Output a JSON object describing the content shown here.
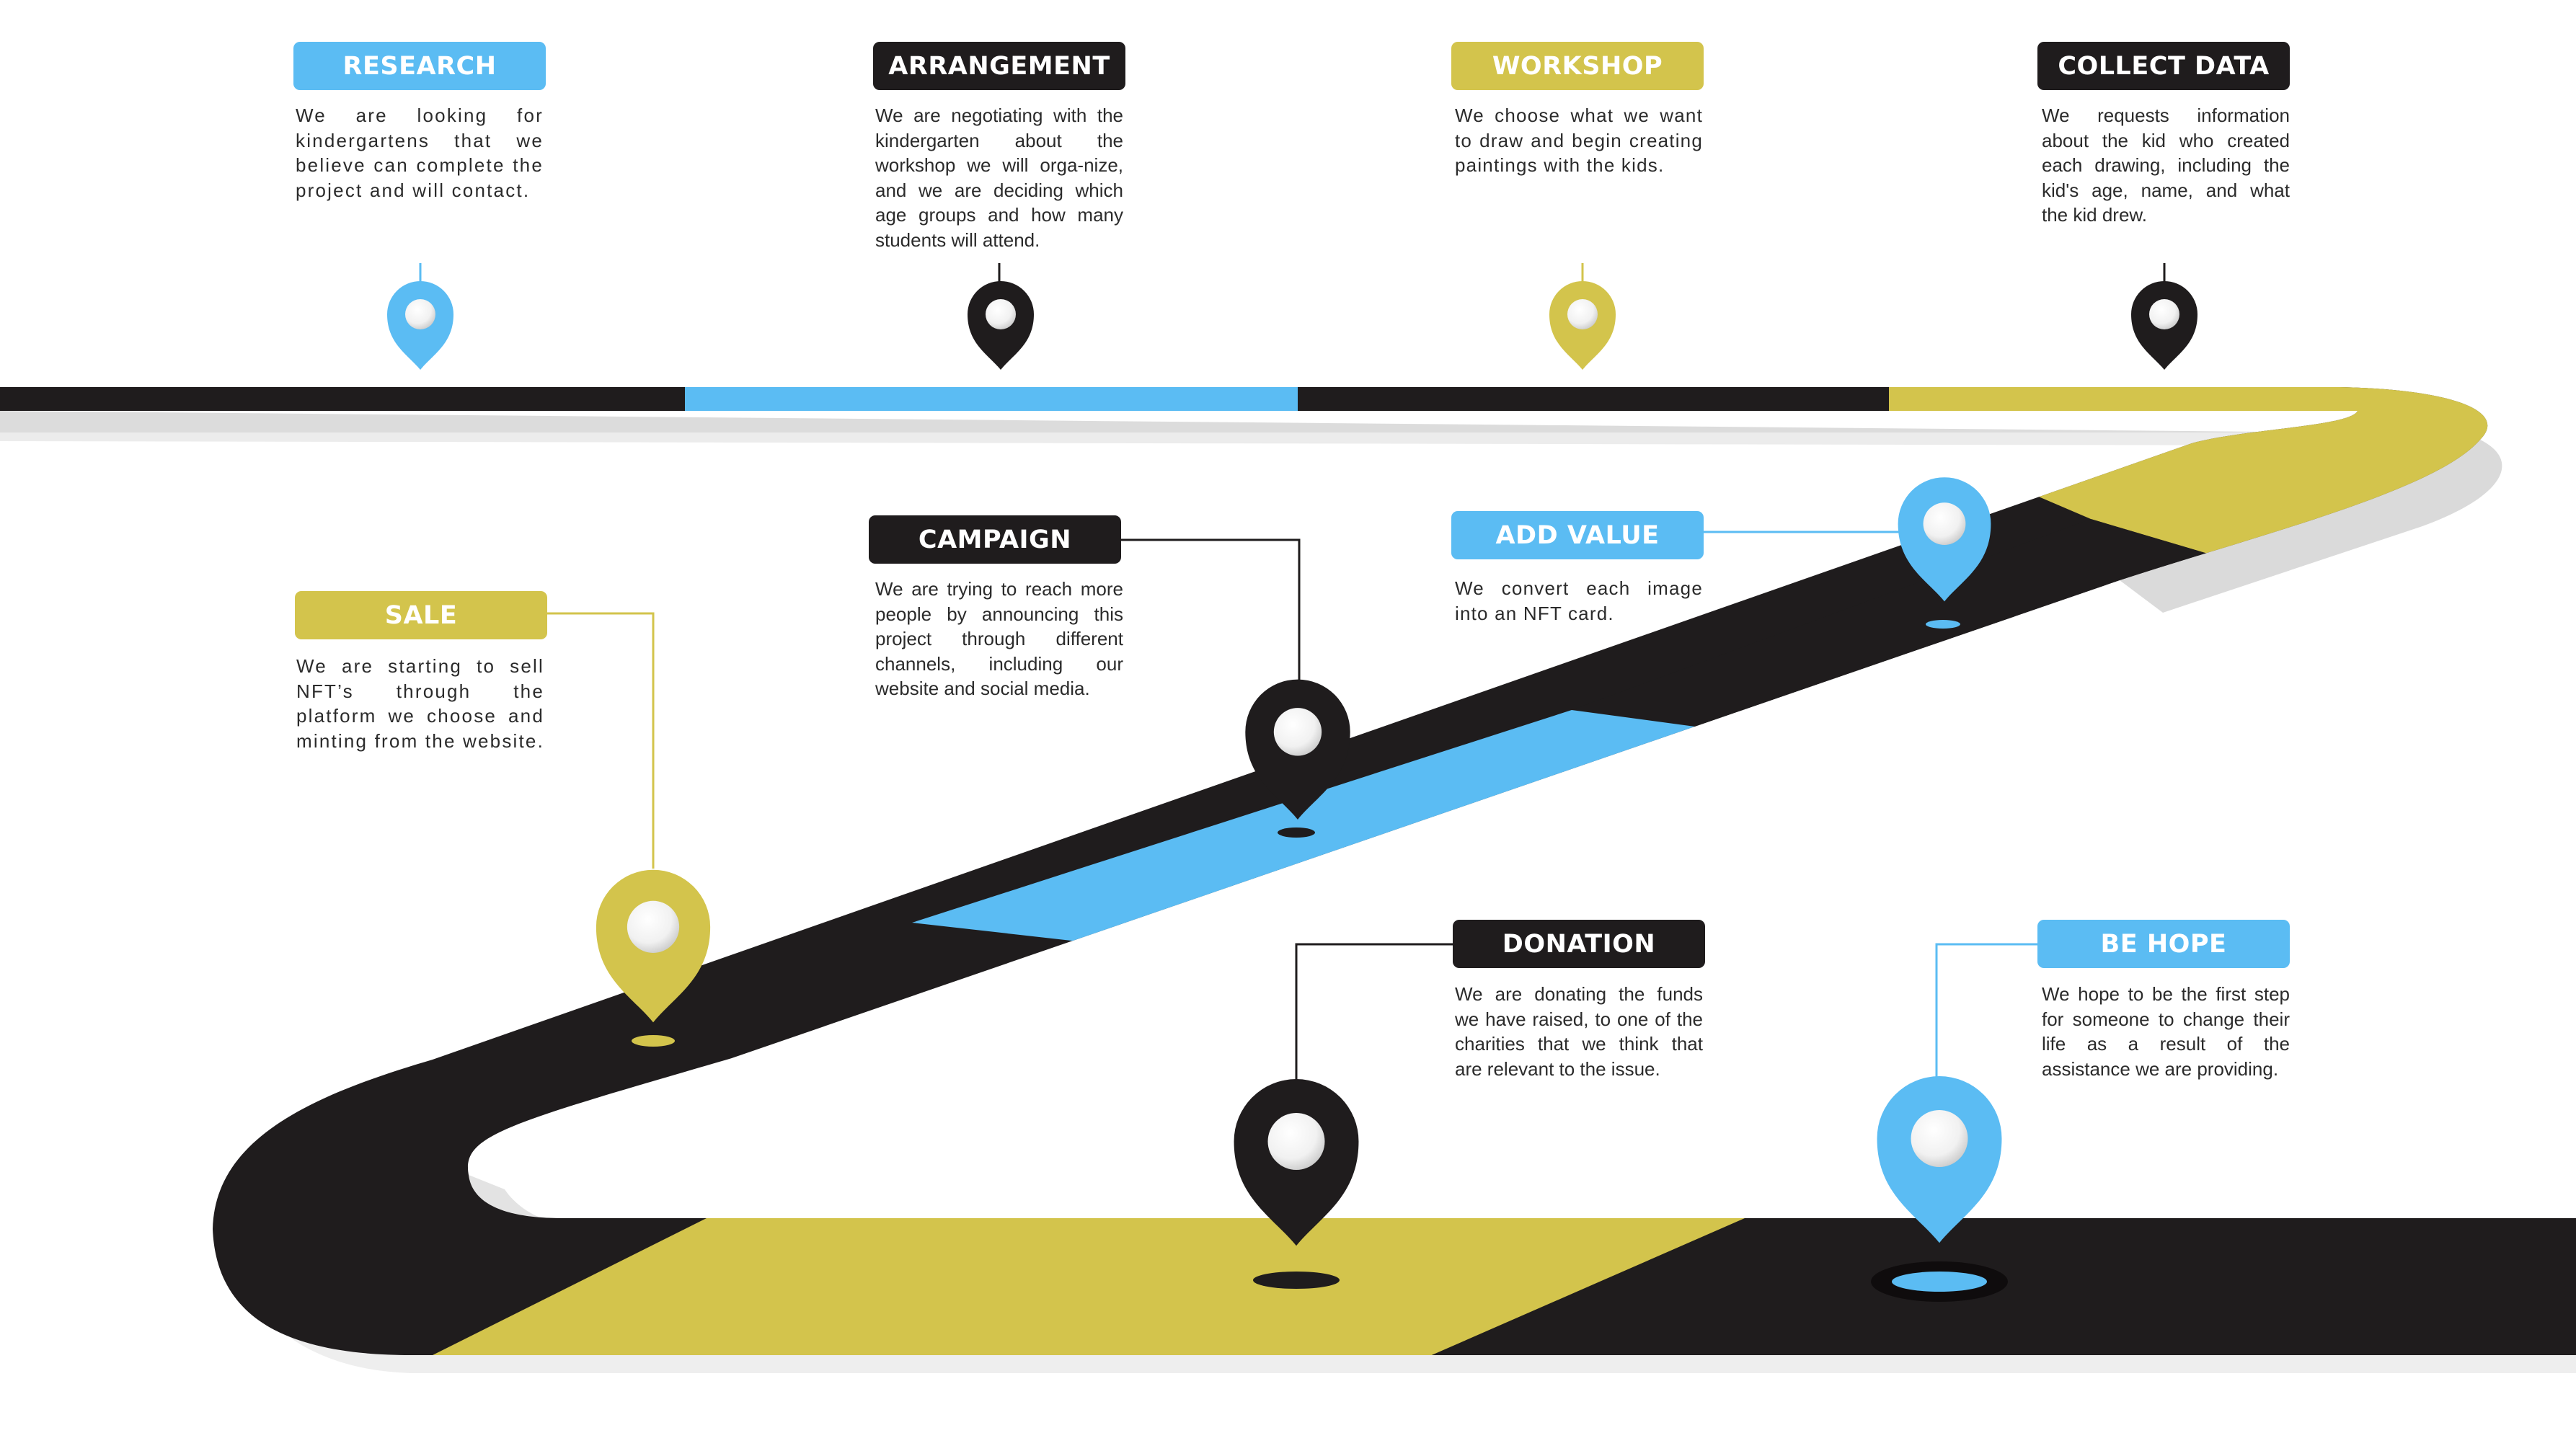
{
  "colors": {
    "blue": "#5bbcf3",
    "dark": "#1f1c1d",
    "yellow": "#d3c44c",
    "shadow": "#d6d6d6"
  },
  "milestones": [
    {
      "id": "research",
      "title": "RESEARCH",
      "color": "blue",
      "description": "We are looking for kindergartens that we believe can complete the project and will contact.",
      "icon": "map-pin-icon"
    },
    {
      "id": "arrangement",
      "title": "ARRANGEMENT",
      "color": "dark",
      "description": "We are negotiating with the kindergarten about the workshop we will orga-nize, and we are deciding which age groups and how many students will attend.",
      "icon": "map-pin-icon"
    },
    {
      "id": "workshop",
      "title": "WORKSHOP",
      "color": "yellow",
      "description": "We choose what we want to draw and begin creating paintings with the kids.",
      "icon": "map-pin-icon"
    },
    {
      "id": "collect-data",
      "title": "COLLECT DATA",
      "color": "dark",
      "description": "We requests information about the kid who created each drawing, including the kid's age, name, and what the kid drew.",
      "icon": "map-pin-icon"
    },
    {
      "id": "campaign",
      "title": "CAMPAIGN",
      "color": "dark",
      "description": "We are trying to reach more people by announcing this project through different channels, including our website and social media.",
      "icon": "map-pin-icon"
    },
    {
      "id": "add-value",
      "title": "ADD VALUE",
      "color": "blue",
      "description": "We convert each image into an NFT card.",
      "icon": "map-pin-icon"
    },
    {
      "id": "sale",
      "title": "SALE",
      "color": "yellow",
      "description": "We are starting to sell NFT’s through the platform we choose and minting from the website.",
      "icon": "map-pin-icon"
    },
    {
      "id": "donation",
      "title": "DONATION",
      "color": "dark",
      "description": "We are donating the funds we have raised, to one of the charities that we think that are relevant to the issue.",
      "icon": "map-pin-icon"
    },
    {
      "id": "be-hope",
      "title": "BE HOPE",
      "color": "blue",
      "description": "We hope to be the first step for someone to change their life as a result of the assistance we are providing.",
      "icon": "map-pin-icon"
    }
  ]
}
